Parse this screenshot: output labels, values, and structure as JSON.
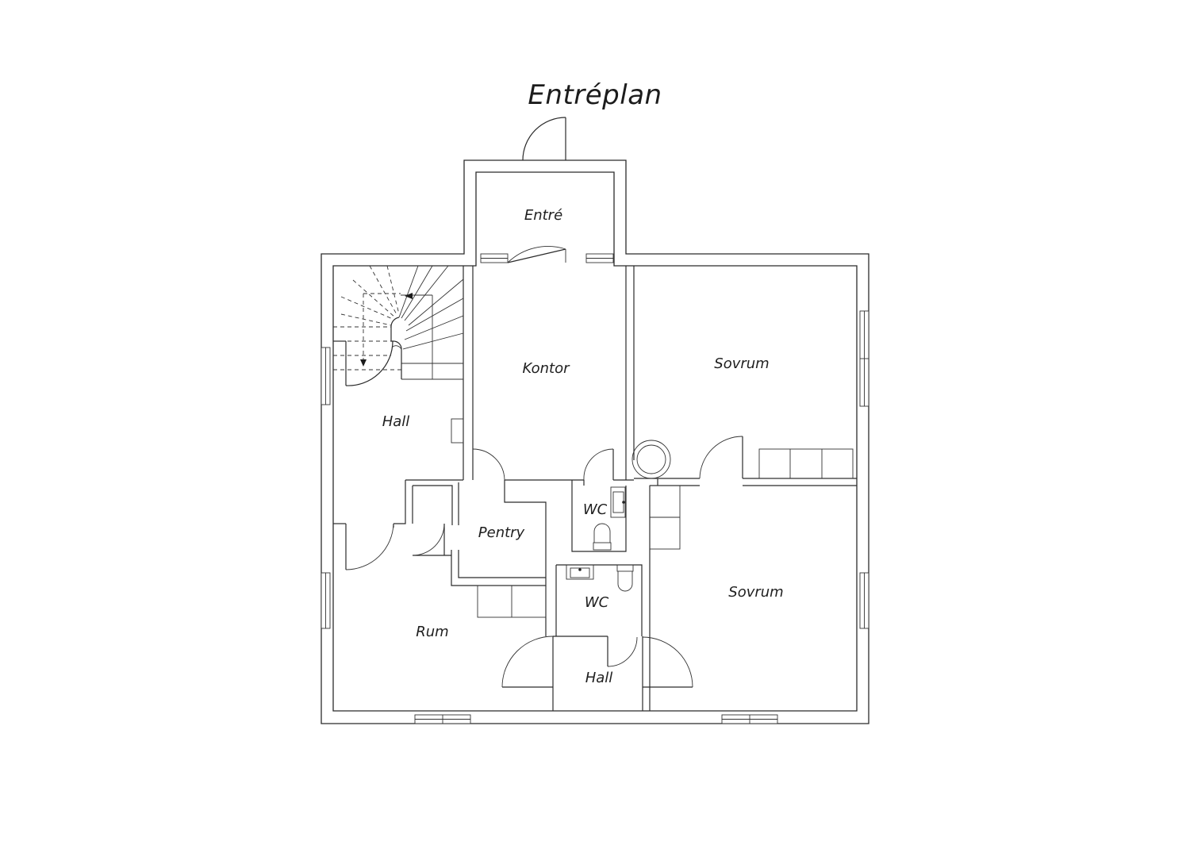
{
  "title": "Entréplan",
  "rooms": {
    "entre": "Entré",
    "kontor": "Kontor",
    "sovrum_upper": "Sovrum",
    "hall_upper": "Hall",
    "pentry": "Pentry",
    "wc_upper": "WC",
    "wc_lower": "WC",
    "sovrum_lower": "Sovrum",
    "rum": "Rum",
    "hall_lower": "Hall"
  }
}
